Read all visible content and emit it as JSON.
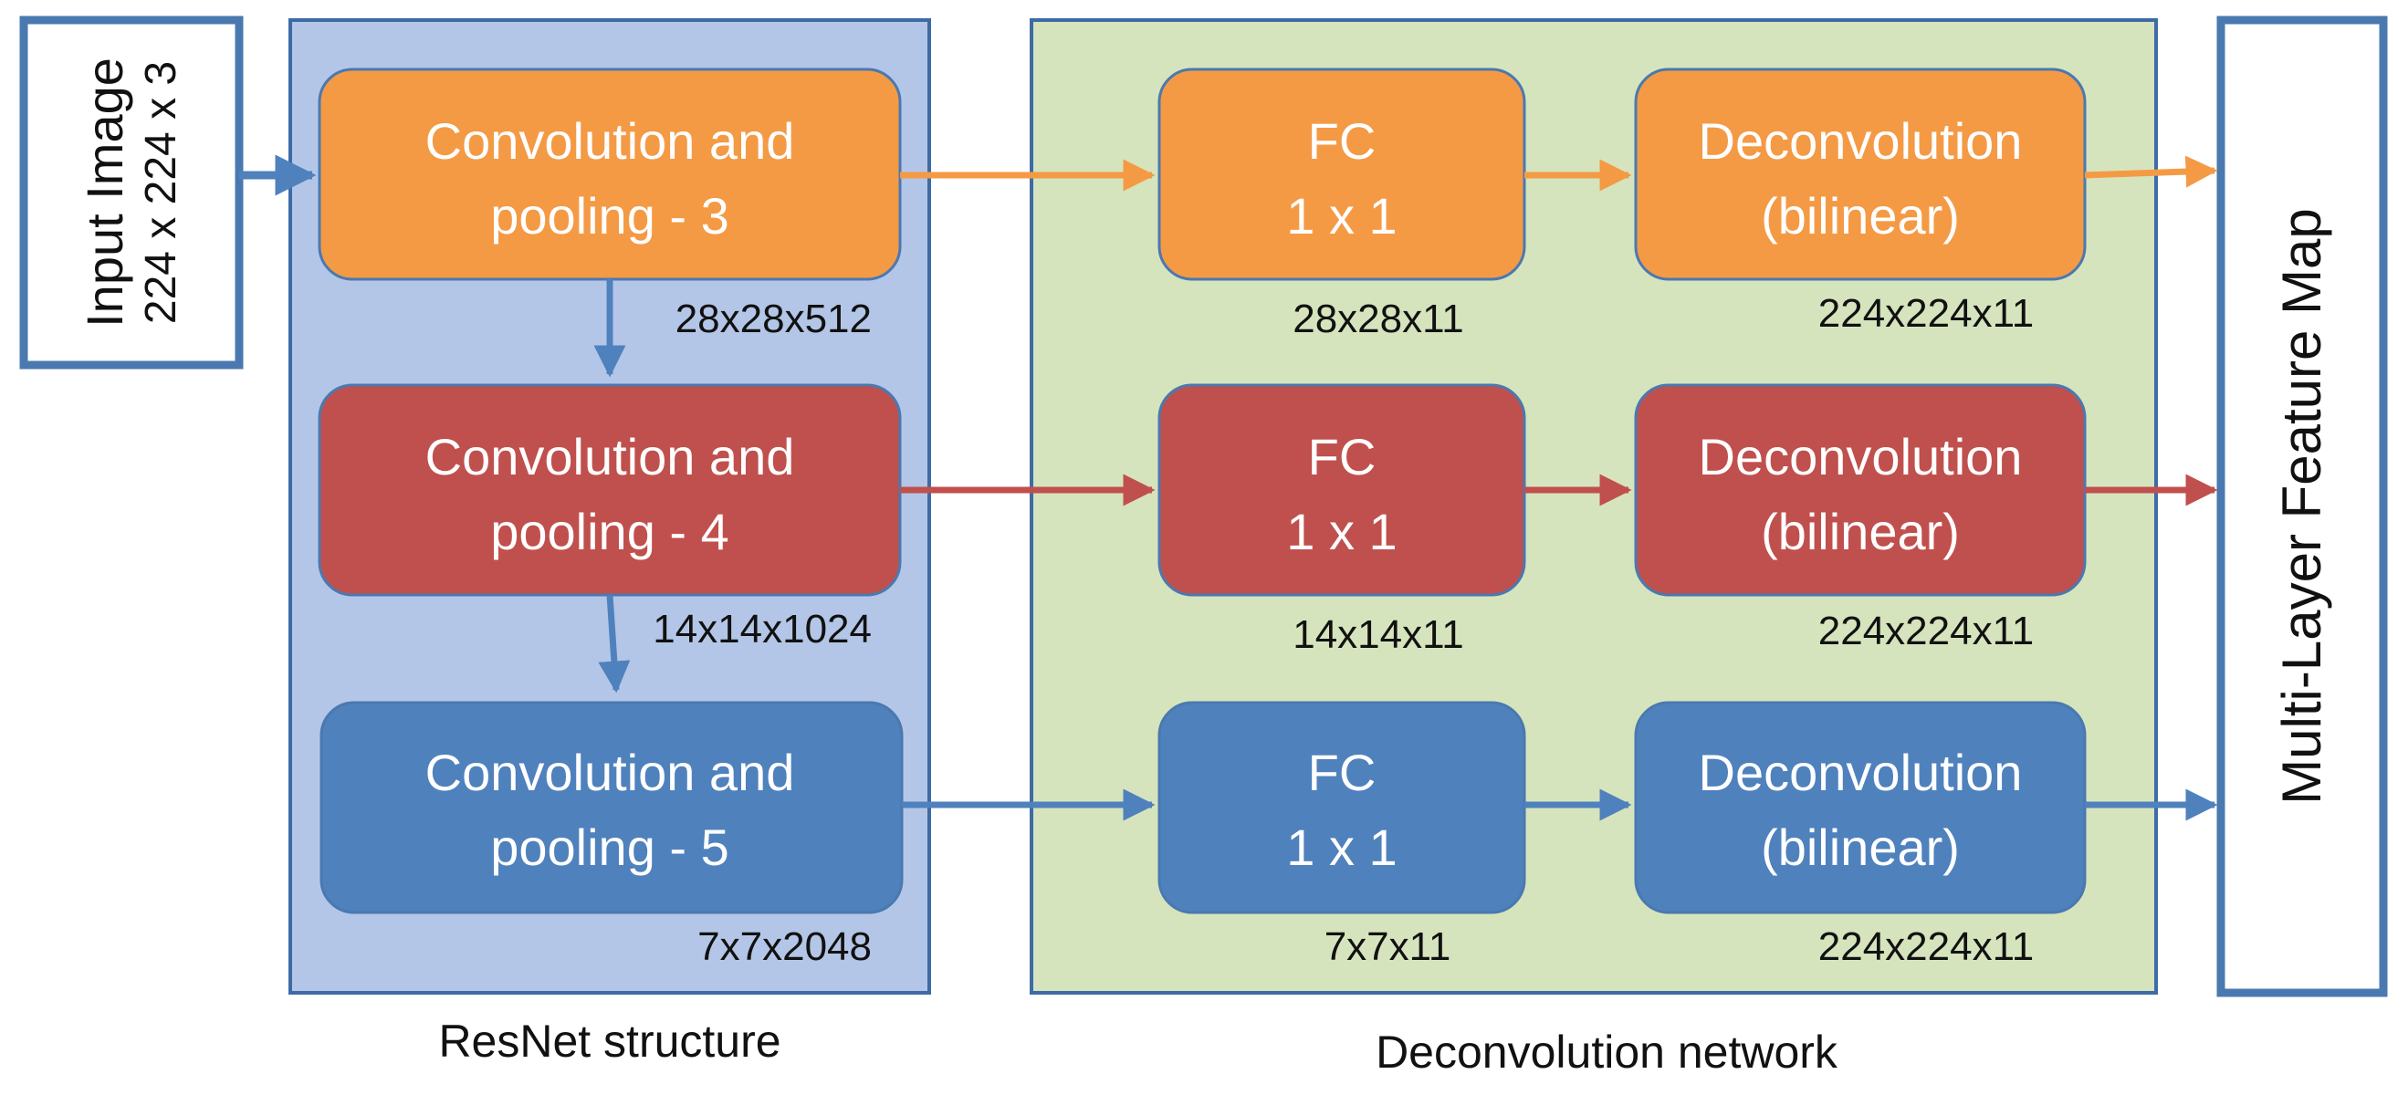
{
  "colors": {
    "orange": "#F49A45",
    "red": "#C0504D",
    "blue": "#4F81BD",
    "blue_border": "#4A79B0",
    "resnet_panel": "#B4C6E7",
    "deconv_panel": "#D6E4BD",
    "panel_border": "#3E6BA6"
  },
  "input": {
    "title": "Input Image",
    "dims": "224 x 224 x 3"
  },
  "resnet": {
    "label": "ResNet structure",
    "blocks": [
      {
        "line1": "Convolution and",
        "line2": "pooling - 3",
        "output": "28x28x512"
      },
      {
        "line1": "Convolution and",
        "line2": "pooling - 4",
        "output": "14x14x1024"
      },
      {
        "line1": "Convolution and",
        "line2": "pooling - 5",
        "output": "7x7x2048"
      }
    ]
  },
  "deconv_network": {
    "label": "Deconvolution network",
    "rows": [
      {
        "fc_line1": "FC",
        "fc_line2": "1 x 1",
        "fc_output": "28x28x11",
        "deconv_line1": "Deconvolution",
        "deconv_line2": "(bilinear)",
        "deconv_output": "224x224x11"
      },
      {
        "fc_line1": "FC",
        "fc_line2": "1 x 1",
        "fc_output": "14x14x11",
        "deconv_line1": "Deconvolution",
        "deconv_line2": "(bilinear)",
        "deconv_output": "224x224x11"
      },
      {
        "fc_line1": "FC",
        "fc_line2": "1 x 1",
        "fc_output": "7x7x11",
        "deconv_line1": "Deconvolution",
        "deconv_line2": "(bilinear)",
        "deconv_output": "224x224x11"
      }
    ]
  },
  "output": {
    "title": "Multi-Layer Feature Map"
  }
}
